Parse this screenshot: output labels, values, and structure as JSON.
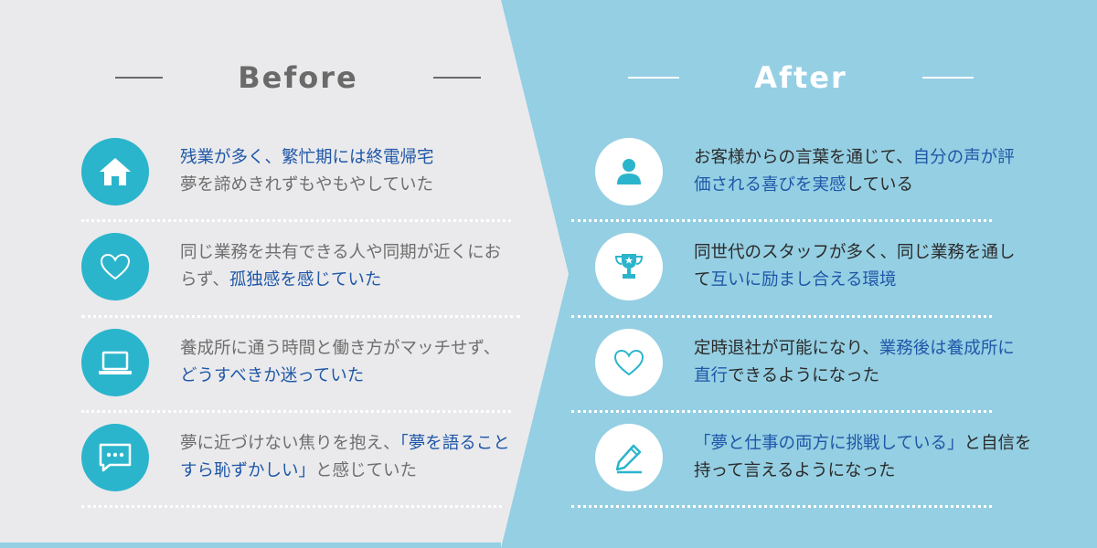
{
  "before": {
    "title": "Before",
    "items": [
      {
        "icon": "home-icon",
        "parts": [
          {
            "t": "残業が多く、繁忙期には終電帰宅",
            "hl": true
          },
          {
            "t": "夢を諦めきれずもやもやしていた",
            "hl": false
          }
        ]
      },
      {
        "icon": "heart-icon",
        "parts": [
          {
            "t": "同じ業務を共有できる人や同期が近くにおらず、",
            "hl": false
          },
          {
            "t": "孤独感を感じていた",
            "hl": true
          }
        ]
      },
      {
        "icon": "laptop-icon",
        "parts": [
          {
            "t": "養成所に通う時間と働き方がマッチせず、",
            "hl": false
          },
          {
            "t": "どうすべきか迷っていた",
            "hl": true
          }
        ]
      },
      {
        "icon": "chat-bubble-icon",
        "parts": [
          {
            "t": "夢に近づけない焦りを抱え、",
            "hl": false
          },
          {
            "t": "「夢を語ることすら恥ずかしい」",
            "hl": true
          },
          {
            "t": "と感じていた",
            "hl": false
          }
        ]
      }
    ]
  },
  "after": {
    "title": "After",
    "items": [
      {
        "icon": "user-icon",
        "parts": [
          {
            "t": "お客様からの言葉を通じて、",
            "hl": false
          },
          {
            "t": "自分の声が評価される喜びを実感",
            "hl": true
          },
          {
            "t": "している",
            "hl": false
          }
        ]
      },
      {
        "icon": "trophy-icon",
        "parts": [
          {
            "t": "同世代のスタッフが多く、同じ業務を通して",
            "hl": false
          },
          {
            "t": "互いに励まし合える環境",
            "hl": true
          }
        ]
      },
      {
        "icon": "heart-icon",
        "parts": [
          {
            "t": "定時退社が可能になり、",
            "hl": false
          },
          {
            "t": "業務後は養成所に直行",
            "hl": true
          },
          {
            "t": "できるようになった",
            "hl": false
          }
        ]
      },
      {
        "icon": "pencil-icon",
        "parts": [
          {
            "t": "「夢と仕事の両方に挑戦している」",
            "hl": true
          },
          {
            "t": "と自信を持って言えるようになった",
            "hl": false
          }
        ]
      }
    ]
  },
  "colors": {
    "before_bg": "#eaeaec",
    "after_bg": "#95cfe3",
    "accent": "#2bb5cc",
    "highlight": "#1f57a8"
  }
}
